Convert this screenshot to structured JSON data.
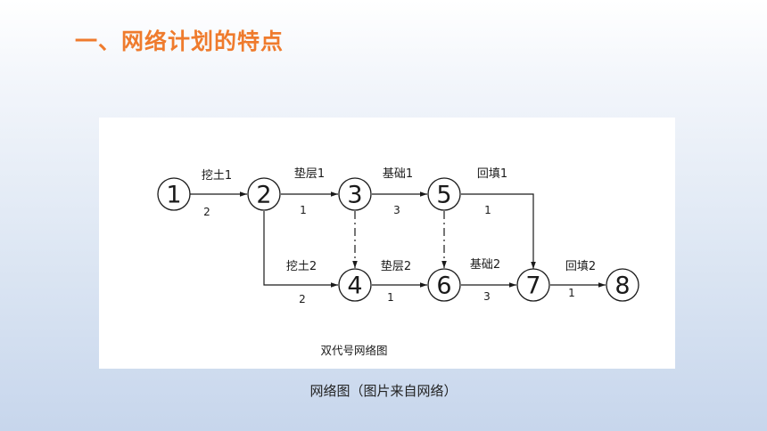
{
  "slide": {
    "title": "一、网络计划的特点",
    "caption": "网络图（图片来自网络）"
  },
  "diagram": {
    "title": "双代号网络图",
    "nodes": [
      {
        "id": 1,
        "label": "1"
      },
      {
        "id": 2,
        "label": "2"
      },
      {
        "id": 3,
        "label": "3"
      },
      {
        "id": 4,
        "label": "4"
      },
      {
        "id": 5,
        "label": "5"
      },
      {
        "id": 6,
        "label": "6"
      },
      {
        "id": 7,
        "label": "7"
      },
      {
        "id": 8,
        "label": "8"
      }
    ],
    "activities": [
      {
        "from": 1,
        "to": 2,
        "name": "挖土1",
        "duration": "2"
      },
      {
        "from": 2,
        "to": 3,
        "name": "垫层1",
        "duration": "1"
      },
      {
        "from": 3,
        "to": 5,
        "name": "基础1",
        "duration": "3"
      },
      {
        "from": 5,
        "to": 7,
        "name": "回填1",
        "duration": "1"
      },
      {
        "from": 2,
        "to": 4,
        "name": "挖土2",
        "duration": "2"
      },
      {
        "from": 4,
        "to": 6,
        "name": "垫层2",
        "duration": "1"
      },
      {
        "from": 6,
        "to": 7,
        "name": "基础2",
        "duration": "3"
      },
      {
        "from": 7,
        "to": 8,
        "name": "回填2",
        "duration": "1"
      }
    ],
    "dummy_activities": [
      {
        "from": 3,
        "to": 4
      },
      {
        "from": 5,
        "to": 6
      }
    ]
  }
}
